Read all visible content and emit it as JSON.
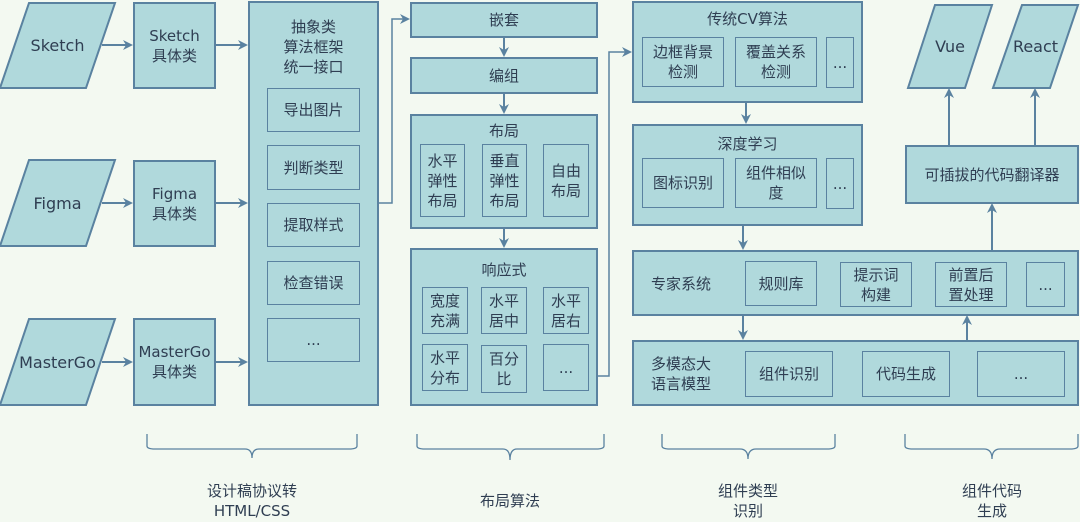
{
  "inputs": [
    {
      "label": "Sketch"
    },
    {
      "label": "Figma"
    },
    {
      "label": "MasterGo"
    }
  ],
  "concrete_classes": [
    {
      "label": "Sketch\n具体类"
    },
    {
      "label": "Figma\n具体类"
    },
    {
      "label": "MasterGo\n具体类"
    }
  ],
  "abstract_class": {
    "title": "抽象类\n算法框架\n统一接口",
    "items": [
      "导出图片",
      "判断类型",
      "提取样式",
      "检查错误",
      "..."
    ]
  },
  "layout": {
    "nesting": "嵌套",
    "grouping": "编组",
    "layout_block": {
      "title": "布局",
      "items": [
        "水平\n弹性\n布局",
        "垂直\n弹性\n布局",
        "自由\n布局"
      ]
    },
    "responsive_block": {
      "title": "响应式",
      "items": [
        "宽度\n充满",
        "水平\n居中",
        "水平\n居右",
        "水平\n分布",
        "百分\n比",
        "..."
      ]
    }
  },
  "recognition": {
    "cv": {
      "title": "传统CV算法",
      "items": [
        "边框背景\n检测",
        "覆盖关系\n检测",
        "..."
      ]
    },
    "dl": {
      "title": "深度学习",
      "items": [
        "图标识别",
        "组件相似\n度",
        "..."
      ]
    },
    "expert": {
      "title": "专家系统",
      "items": [
        "规则库",
        "提示词\n构建",
        "前置后\n置处理",
        "..."
      ]
    },
    "llm": {
      "title": "多模态大\n语言模型",
      "items": [
        "组件识别",
        "代码生成",
        "..."
      ]
    }
  },
  "codegen": {
    "translator": "可插拔的代码翻译器",
    "outputs": [
      "Vue",
      "React"
    ]
  },
  "captions": [
    "设计稿协议转\nHTML/CSS",
    "布局算法",
    "组件类型\n识别",
    "组件代码\n生成"
  ],
  "colors": {
    "background": "#f3f9f1",
    "box_fill": "#b0d9dc",
    "stroke": "#5a82a0",
    "text": "#2f3e52"
  }
}
